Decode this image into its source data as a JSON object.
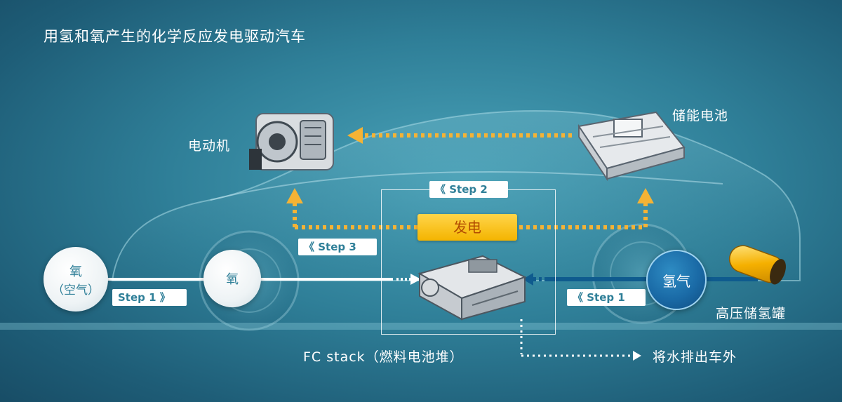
{
  "title": "用氢和氧产生的化学反应发电驱动汽车",
  "labels": {
    "motor": "电动机",
    "battery": "储能电池",
    "fc_stack": "FC stack（燃料电池堆）",
    "tank": "高压储氢罐",
    "water_out": "将水排出车外",
    "generate": "发电"
  },
  "circles": {
    "oxygen_air_line1": "氧",
    "oxygen_air_line2": "（空气）",
    "oxygen": "氧",
    "hydrogen": "氢气"
  },
  "steps": {
    "step1_left": "Step 1",
    "step1_right": "Step 1",
    "step2": "Step 2",
    "step3": "Step 3"
  },
  "colors": {
    "background": "#2f7f98",
    "flow_dots": "#f5b335",
    "generate_box": "#f4b400",
    "hydrogen_circle": "#1a6aa6"
  },
  "icons": {
    "motor": "electric-motor-icon",
    "battery": "battery-pack-icon",
    "fc_stack": "fuel-cell-stack-icon",
    "tank": "hydrogen-tank-icon"
  }
}
